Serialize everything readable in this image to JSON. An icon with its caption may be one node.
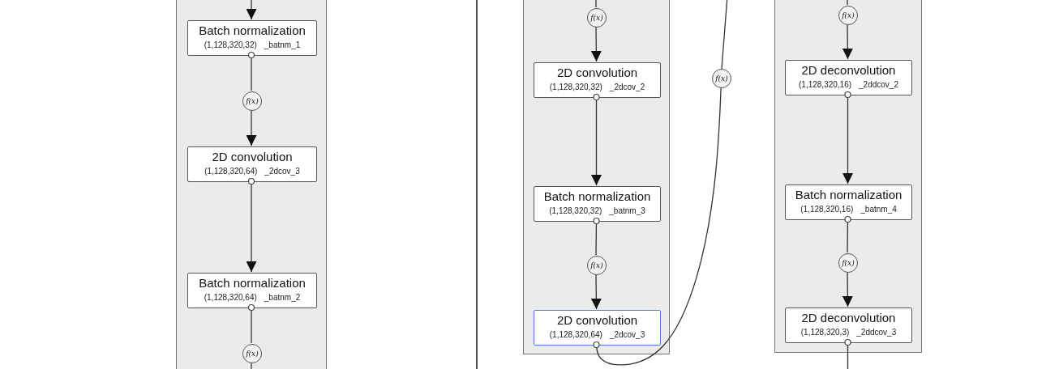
{
  "diagram": {
    "nodes": [
      {
        "text": [],
        "shape": "box"
      },
      {
        "text": [
          "Batch normalization",
          "(1,128,320,32)",
          "_batnm_1"
        ],
        "in": 0
      },
      {
        "text": [
          "f(x)"
        ],
        "in": 0
      },
      {
        "text": [
          "2D convolution",
          "(1,128,320,64)",
          "_2dcov_3"
        ],
        "in": 0
      },
      {
        "text": [
          "Batch normalization",
          "(1,128,320,64)",
          "_batnm_2"
        ],
        "in": 0
      },
      {
        "text": [
          "f(x)"
        ],
        "in": 0
      },
      {
        "text": [],
        "shape": "box"
      },
      {
        "text": [
          "f(x)"
        ],
        "in": 6
      },
      {
        "text": [
          "2D convolution",
          "(1,128,320,32)",
          "_2dcov_2"
        ],
        "in": 6
      },
      {
        "text": [
          "Batch normalization",
          "(1,128,320,32)",
          "_batnm_3"
        ],
        "in": 6
      },
      {
        "text": [
          "f(x)"
        ],
        "in": 6
      },
      {
        "text": [
          "2D convolution",
          "(1,128,320,64)",
          "_2dcov_3"
        ],
        "in": 6
      },
      {
        "text": [
          "f(x)"
        ]
      },
      {
        "text": [],
        "shape": "box"
      },
      {
        "text": [
          "f(x)"
        ],
        "in": 13
      },
      {
        "text": [
          "2D deconvolution",
          "(1,128,320,16)",
          "_2ddcov_2"
        ],
        "in": 13
      },
      {
        "text": [
          "Batch normalization",
          "(1,128,320,16)",
          "_batnm_4"
        ],
        "in": 13
      },
      {
        "text": [
          "f(x)"
        ],
        "in": 13
      },
      {
        "text": [
          "2D deconvolution",
          "(1,128,320,3)",
          "_2ddcov_3"
        ],
        "in": 13
      }
    ],
    "edges": [
      {
        "from": null,
        "to": 1,
        "arrow": "to"
      },
      {
        "from": 1,
        "to": 2,
        "arrow": "none"
      },
      {
        "from": 2,
        "to": 3,
        "arrow": "to"
      },
      {
        "from": 3,
        "to": 4,
        "arrow": "to"
      },
      {
        "from": 4,
        "to": 5,
        "arrow": "none"
      },
      {
        "from": 5,
        "to": null,
        "arrow": "none"
      },
      {
        "from": null,
        "to": 7,
        "arrow": "none"
      },
      {
        "from": 7,
        "to": 8,
        "arrow": "to"
      },
      {
        "from": 8,
        "to": 9,
        "arrow": "to"
      },
      {
        "from": 9,
        "to": 10,
        "arrow": "none"
      },
      {
        "from": 10,
        "to": 11,
        "arrow": "to"
      },
      {
        "from": 11,
        "to": 12,
        "arrow": "none"
      },
      {
        "from": 12,
        "to": null,
        "arrow": "none"
      },
      {
        "from": null,
        "to": 14,
        "arrow": "none"
      },
      {
        "from": 14,
        "to": 15,
        "arrow": "to"
      },
      {
        "from": 15,
        "to": 16,
        "arrow": "to"
      },
      {
        "from": 16,
        "to": 17,
        "arrow": "none"
      },
      {
        "from": 17,
        "to": 18,
        "arrow": "to"
      },
      {
        "from": 18,
        "to": null,
        "arrow": "none"
      }
    ]
  }
}
